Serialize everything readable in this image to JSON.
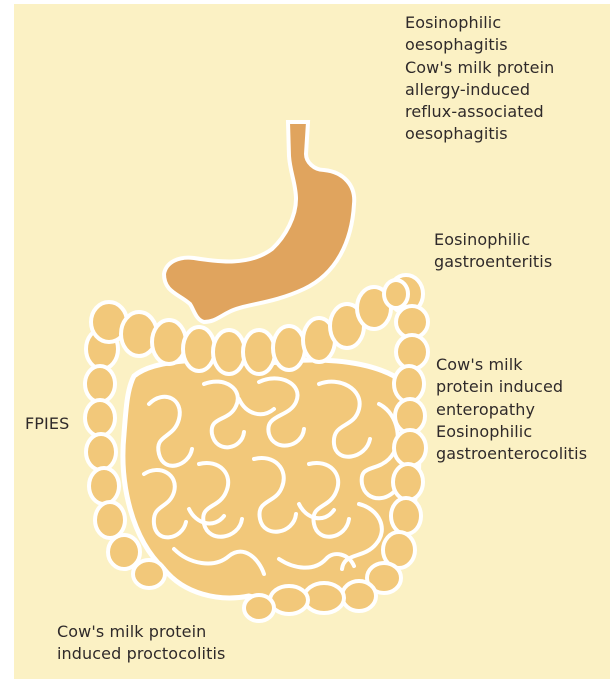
{
  "colors": {
    "background": "#fbf1c4",
    "stomach": "#e0a45e",
    "intestine": "#f2c87a",
    "intestine_fold": "#e5b25e",
    "outline": "#ffffff",
    "text": "#2f2a2a"
  },
  "labels": {
    "oesophagus": "Eosinophilic\noesophagitis\nCow's milk protein\nallergy-induced\nreflux-associated\noesophagitis",
    "stomach": "Eosinophilic\ngastroenteritis",
    "small_intestine": "Cow's milk\nprotein induced\nenteropathy\nEosinophilic\ngastroenterocolitis",
    "fpies": "FPIES",
    "rectum": "Cow's milk protein\ninduced proctocolitis"
  }
}
